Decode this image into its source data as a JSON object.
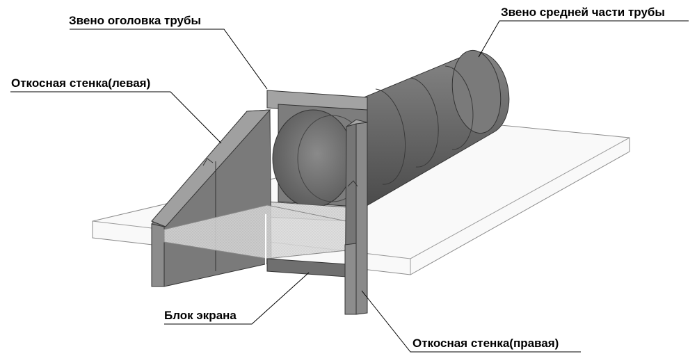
{
  "labels": {
    "head_link": "Звено оголовка трубы",
    "middle_link": "Звено средней части трубы",
    "slope_wall_left": "Откосная стенка(левая)",
    "screen_block": "Блок экрана",
    "slope_wall_right": "Откосная стенка(правая)"
  },
  "colors": {
    "background": "#ffffff",
    "pipe_body": "#6f6f6f",
    "pipe_dark": "#555555",
    "wall_face": "#7b7b7b",
    "wall_top": "#9a9a9a",
    "slab_outline": "#8a8a8a",
    "leader_line": "#000000"
  }
}
